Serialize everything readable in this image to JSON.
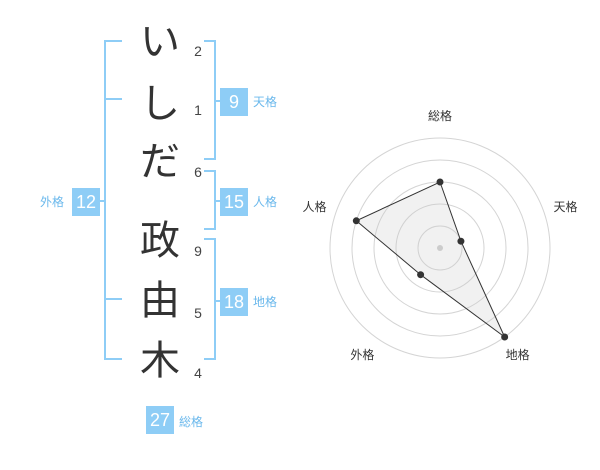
{
  "name": {
    "chars": [
      {
        "char": "い",
        "strokes": "2"
      },
      {
        "char": "し",
        "strokes": "1"
      },
      {
        "char": "だ",
        "strokes": "6"
      },
      {
        "char": "政",
        "strokes": "9"
      },
      {
        "char": "由",
        "strokes": "5"
      },
      {
        "char": "木",
        "strokes": "4"
      }
    ]
  },
  "kaku": {
    "tenkaku": {
      "value": "9",
      "label": "天格"
    },
    "jinkaku": {
      "value": "15",
      "label": "人格"
    },
    "chikaku": {
      "value": "18",
      "label": "地格"
    },
    "gaikaku": {
      "value": "12",
      "label": "外格"
    },
    "soukaku": {
      "value": "27",
      "label": "総格"
    }
  },
  "colors": {
    "accent": "#8ecdf6",
    "label": "#6ab8ec",
    "text": "#333333"
  },
  "chart_data": {
    "type": "radar",
    "axes": [
      "総格",
      "天格",
      "地格",
      "外格",
      "人格"
    ],
    "values": [
      0.6,
      0.2,
      1.0,
      0.3,
      0.8
    ],
    "range": [
      0,
      1
    ],
    "rings": 5
  }
}
